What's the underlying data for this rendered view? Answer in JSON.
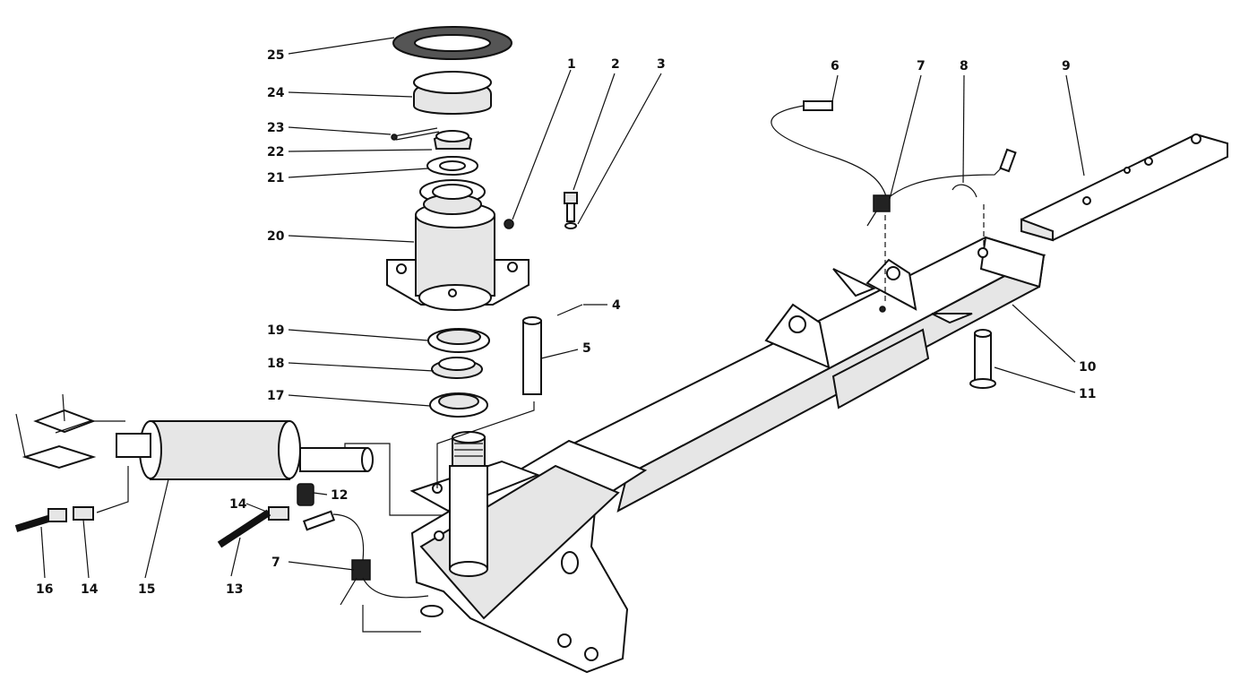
{
  "callouts": {
    "c1": "1",
    "c2": "2",
    "c3": "3",
    "c4": "4",
    "c5": "5",
    "c6": "6",
    "c7a": "7",
    "c7b": "7",
    "c8": "8",
    "c9": "9",
    "c10": "10",
    "c11": "11",
    "c12": "12",
    "c13": "13",
    "c14a": "14",
    "c14b": "14",
    "c15": "15",
    "c16": "16",
    "c17": "17",
    "c18": "18",
    "c19": "19",
    "c20": "20",
    "c21": "21",
    "c22": "22",
    "c23": "23",
    "c24": "24",
    "c25": "25"
  }
}
